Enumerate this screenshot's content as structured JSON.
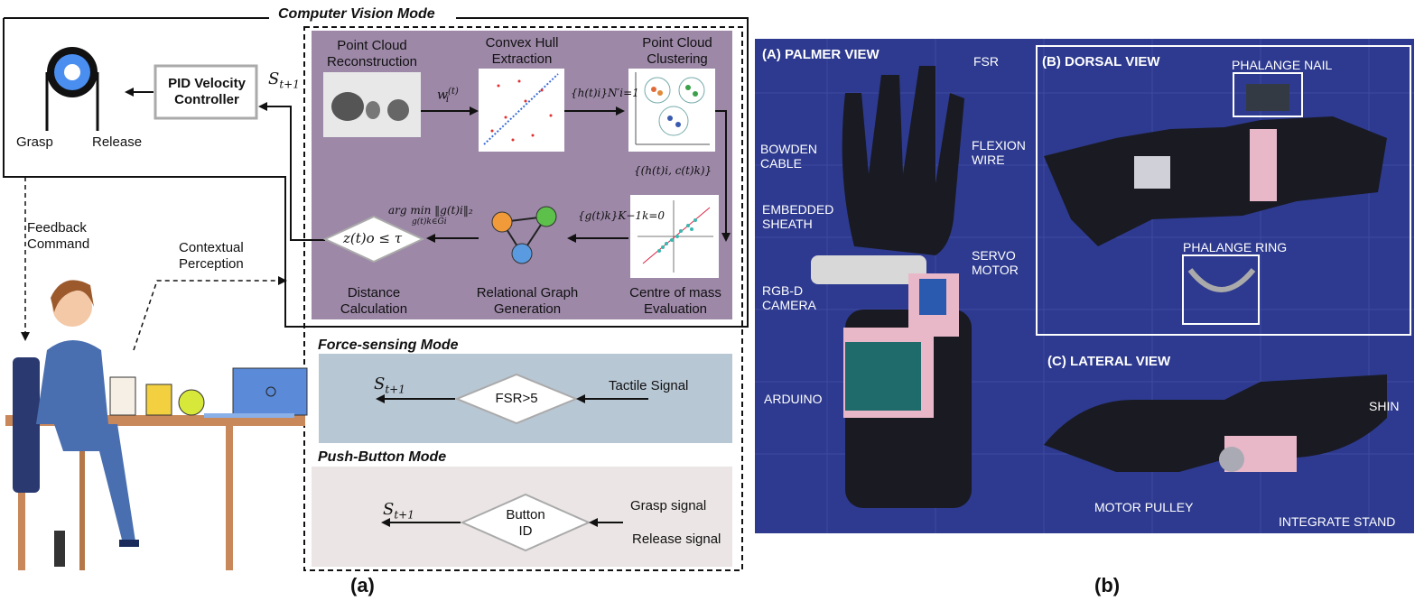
{
  "cv_mode": {
    "title": "Computer Vision Mode",
    "pid": "PID Velocity\nController",
    "state": "S",
    "state_sub": "t+1",
    "grasp": "Grasp",
    "release": "Release",
    "feedback": "Feedback\nCommand",
    "contextual": "Contextual\nPerception",
    "steps": {
      "point_cloud": "Point Cloud\nReconstruction",
      "convex_hull": "Convex Hull\nExtraction",
      "clustering": "Point Cloud\nClustering",
      "centre_mass": "Centre of mass\nEvaluation",
      "relational": "Relational Graph\nGeneration",
      "distance": "Distance\nCalculation"
    },
    "math": {
      "w": "w",
      "w_sup": "(t)",
      "w_sub": "i",
      "h_set": "{h(t)i}N′i=1",
      "pair_set": "{(h(t)i, c(t)k)}",
      "g_set": "{g(t)k}K−1k=0",
      "argmin": "arg min ‖g(t)i‖₂",
      "argmin_sub": "g(t)k∈Gi",
      "decision": "z(t)o ≤ τ"
    }
  },
  "force_mode": {
    "title": "Force-sensing Mode",
    "decision": "FSR>5",
    "input": "Tactile Signal",
    "output": "S",
    "output_sub": "t+1"
  },
  "push_mode": {
    "title": "Push-Button Mode",
    "decision": "Button\nID",
    "input1": "Grasp signal",
    "input2": "Release signal",
    "output": "S",
    "output_sub": "t+1"
  },
  "photo": {
    "palmer_title": "(A) PALMER VIEW",
    "dorsal_title": "(B) DORSAL VIEW",
    "lateral_title": "(C) LATERAL VIEW",
    "labels": {
      "fsr": "FSR",
      "bowden": "BOWDEN\nCABLE",
      "flexion": "FLEXION\nWIRE",
      "embedded": "EMBEDDED\nSHEATH",
      "servo": "SERVO\nMOTOR",
      "rgbd": "RGB-D\nCAMERA",
      "arduino": "ARDUINO",
      "phalange_nail": "PHALANGE NAIL",
      "phalange_ring": "PHALANGE RING",
      "shin": "SHIN",
      "motor_pulley": "MOTOR PULLEY",
      "integrate_stand": "INTEGRATE STAND"
    }
  },
  "captions": {
    "a": "(a)",
    "b": "(b)"
  },
  "colors": {
    "purple_panel": "#9d88a8",
    "force_panel": "#b8c7d4",
    "push_panel": "#ebe5e5",
    "photo_bg": "#2d3a8f",
    "pulley_blue": "#4a8ef0"
  }
}
